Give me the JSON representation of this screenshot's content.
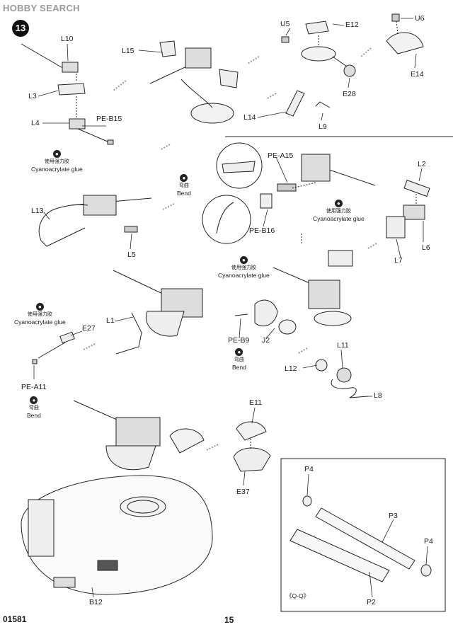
{
  "watermark": "HOBBY SEARCH",
  "step_number": "13",
  "product_code": "01581",
  "page_number": "15",
  "glue_cn": "使用强力胶",
  "glue_en": "Cyanoacrylate glue",
  "bend_cn": "弯曲",
  "bend_en": "Bend",
  "section_label": "《Q-Q》",
  "parts": {
    "L10": "L10",
    "L15": "L15",
    "U5": "U5",
    "E12": "E12",
    "U6": "U6",
    "L3": "L3",
    "E14": "E14",
    "E28": "E28",
    "L4": "L4",
    "PE_B15": "PE-B15",
    "L14": "L14",
    "L9": "L9",
    "PE_A15": "PE-A15",
    "L2": "L2",
    "L13": "L13",
    "PE_B16": "PE-B16",
    "L6": "L6",
    "L5": "L5",
    "L7": "L7",
    "L1": "L1",
    "E27": "E27",
    "PE_B9": "PE-B9",
    "J2": "J2",
    "L11": "L11",
    "L12": "L12",
    "PE_A11": "PE-A11",
    "L8": "L8",
    "E11": "E11",
    "E37": "E37",
    "P4a": "P4",
    "P3": "P3",
    "P4b": "P4",
    "B12": "B12",
    "P2": "P2"
  }
}
